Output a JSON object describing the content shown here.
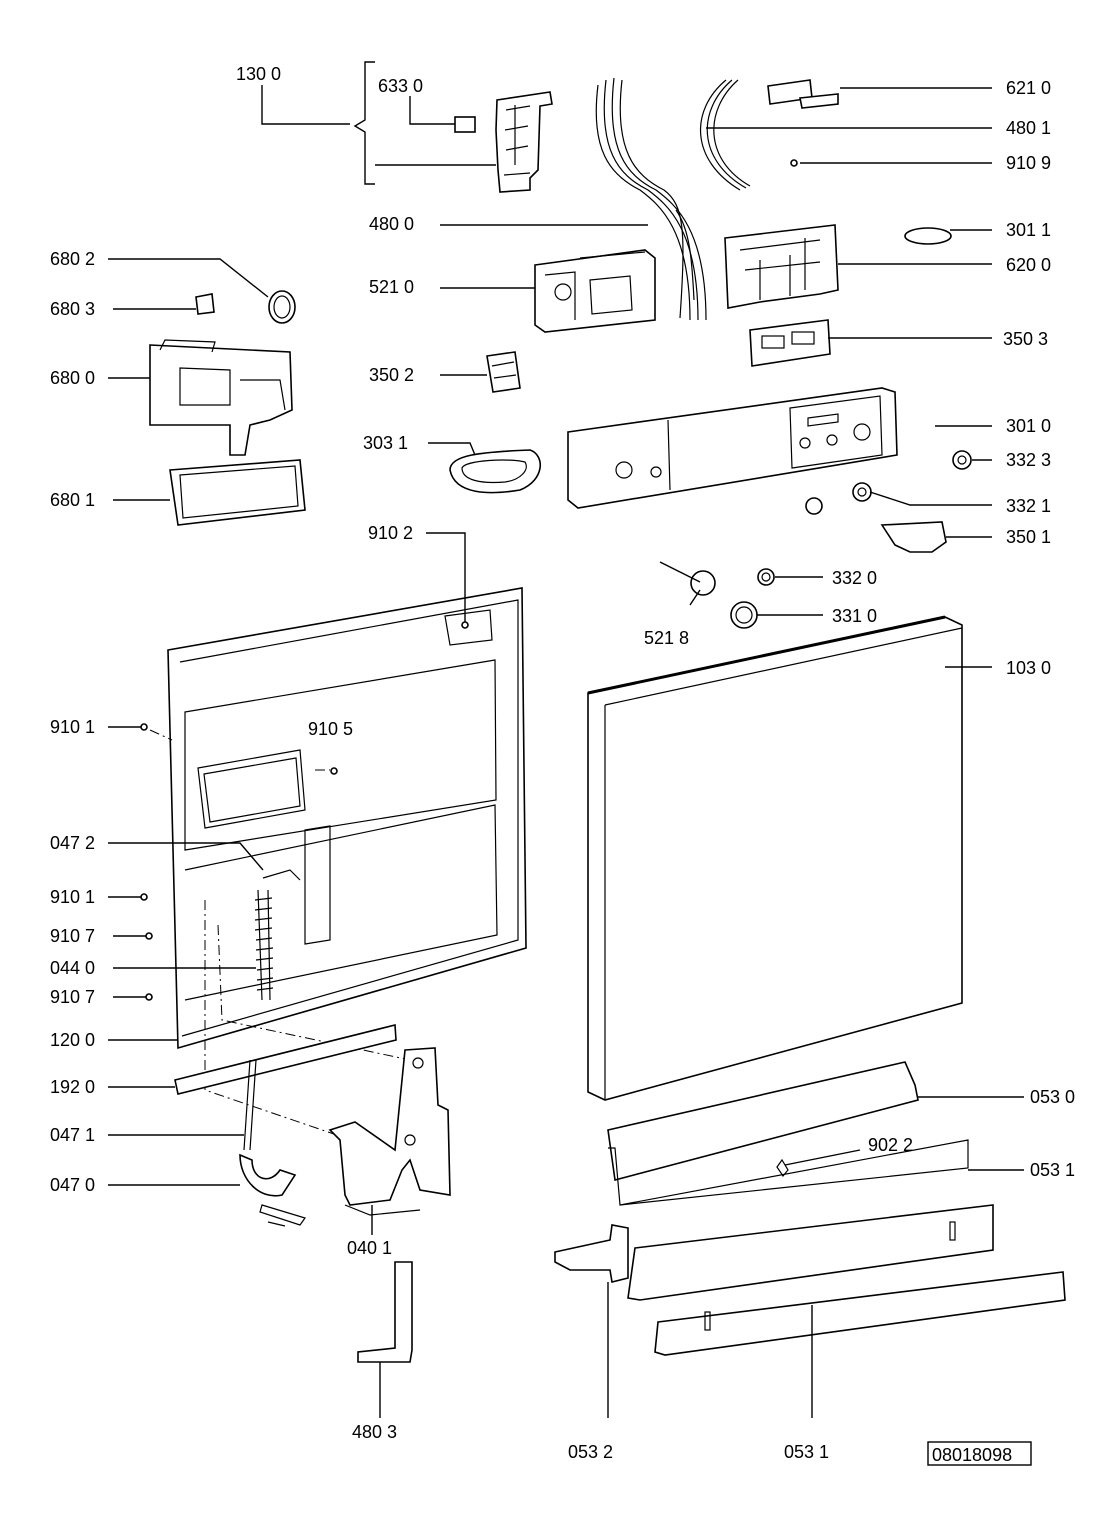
{
  "diagram": {
    "doc_number": "08018098",
    "labels": {
      "p1300": "130 0",
      "p6330": "633 0",
      "p6210": "621 0",
      "p4801": "480 1",
      "p9109": "910 9",
      "p4800": "480 0",
      "p3011": "301 1",
      "p6802": "680 2",
      "p6200": "620 0",
      "p5210": "521 0",
      "p6803": "680 3",
      "p3503": "350 3",
      "p6800": "680 0",
      "p3502": "350 2",
      "p3010": "301 0",
      "p3031": "303 1",
      "p3323": "332 3",
      "p6801": "680 1",
      "p3321": "332 1",
      "p9102": "910 2",
      "p3501": "350 1",
      "p3320": "332 0",
      "p5218": "521 8",
      "p3310": "331 0",
      "p1030": "103 0",
      "p9101a": "910 1",
      "p9105": "910 5",
      "p0472": "047 2",
      "p9101b": "910 1",
      "p9107a": "910 7",
      "p0440": "044 0",
      "p9107b": "910 7",
      "p1200": "120 0",
      "p1920": "192 0",
      "p0530": "053 0",
      "p0471": "047 1",
      "p9022": "902 2",
      "p0531a": "053 1",
      "p0470": "047 0",
      "p0401": "040 1",
      "p4803": "480 3",
      "p0532": "053 2",
      "p0531b": "053 1"
    }
  }
}
